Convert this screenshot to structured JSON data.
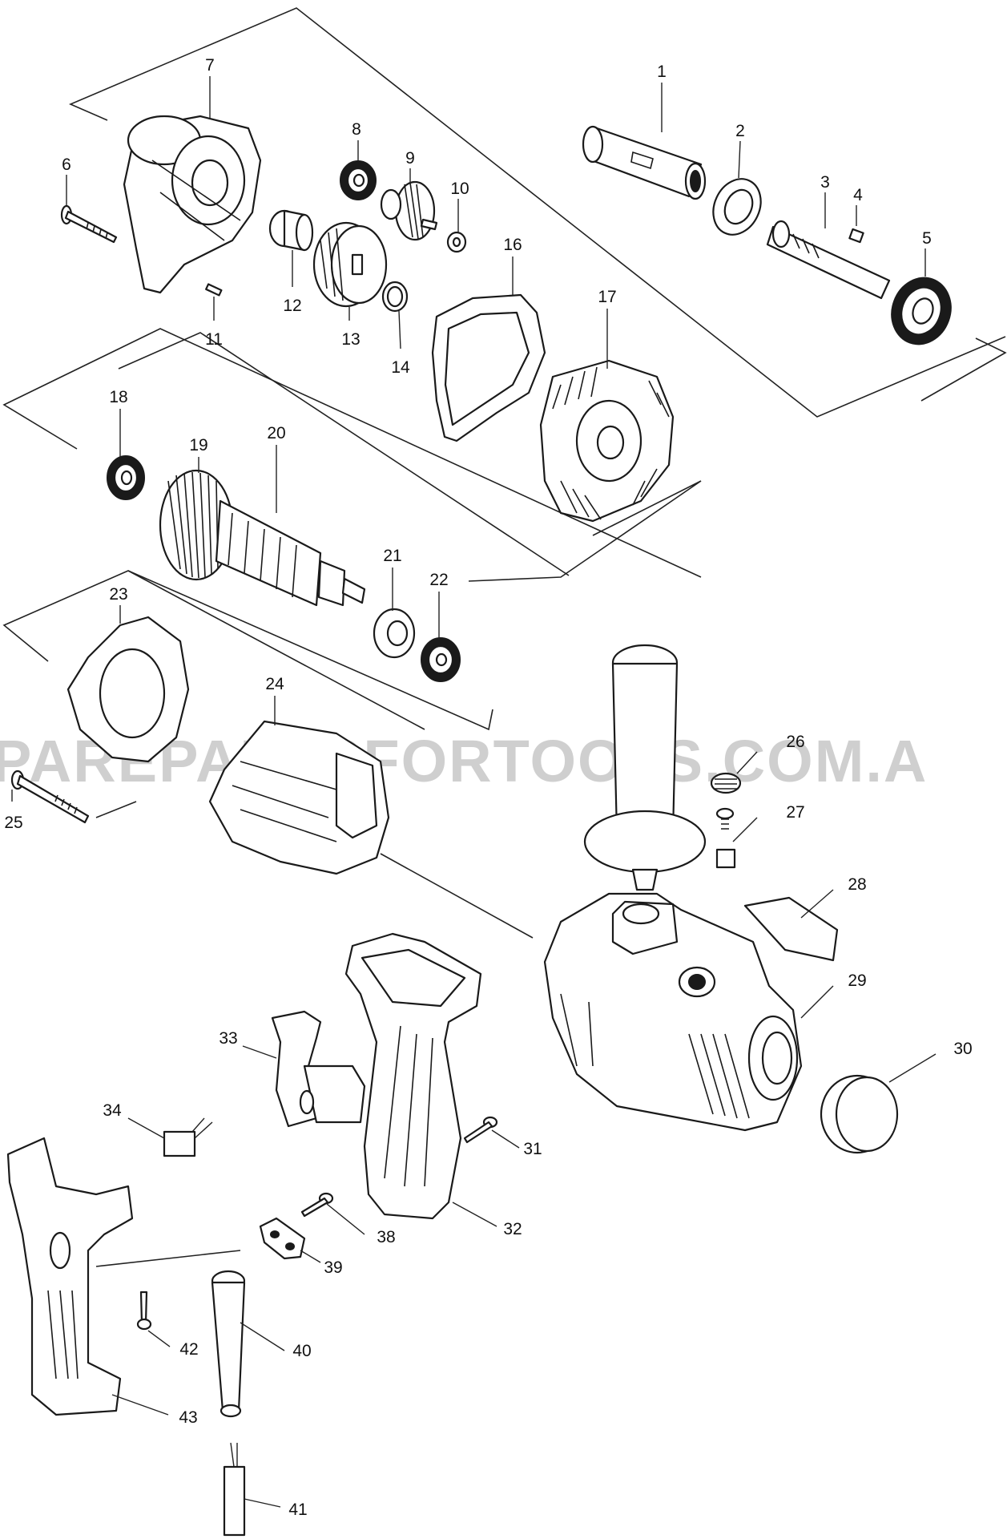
{
  "watermark": "PAREPARTSFORTOOLS.COM.A",
  "parts": [
    {
      "id": "1",
      "label": "1"
    },
    {
      "id": "2",
      "label": "2"
    },
    {
      "id": "3",
      "label": "3"
    },
    {
      "id": "4",
      "label": "4"
    },
    {
      "id": "5",
      "label": "5"
    },
    {
      "id": "6",
      "label": "6"
    },
    {
      "id": "7",
      "label": "7"
    },
    {
      "id": "8",
      "label": "8"
    },
    {
      "id": "9",
      "label": "9"
    },
    {
      "id": "10",
      "label": "10"
    },
    {
      "id": "11",
      "label": "11"
    },
    {
      "id": "12",
      "label": "12"
    },
    {
      "id": "13",
      "label": "13"
    },
    {
      "id": "14",
      "label": "14"
    },
    {
      "id": "16",
      "label": "16"
    },
    {
      "id": "17",
      "label": "17"
    },
    {
      "id": "18",
      "label": "18"
    },
    {
      "id": "19",
      "label": "19"
    },
    {
      "id": "20",
      "label": "20"
    },
    {
      "id": "21",
      "label": "21"
    },
    {
      "id": "22",
      "label": "22"
    },
    {
      "id": "23",
      "label": "23"
    },
    {
      "id": "24",
      "label": "24"
    },
    {
      "id": "25",
      "label": "25"
    },
    {
      "id": "26",
      "label": "26"
    },
    {
      "id": "27",
      "label": "27"
    },
    {
      "id": "28",
      "label": "28"
    },
    {
      "id": "29",
      "label": "29"
    },
    {
      "id": "30",
      "label": "30"
    },
    {
      "id": "31",
      "label": "31"
    },
    {
      "id": "32",
      "label": "32"
    },
    {
      "id": "33",
      "label": "33"
    },
    {
      "id": "34",
      "label": "34"
    },
    {
      "id": "38",
      "label": "38"
    },
    {
      "id": "39",
      "label": "39"
    },
    {
      "id": "40",
      "label": "40"
    },
    {
      "id": "41",
      "label": "41"
    },
    {
      "id": "42",
      "label": "42"
    },
    {
      "id": "43",
      "label": "43"
    }
  ]
}
